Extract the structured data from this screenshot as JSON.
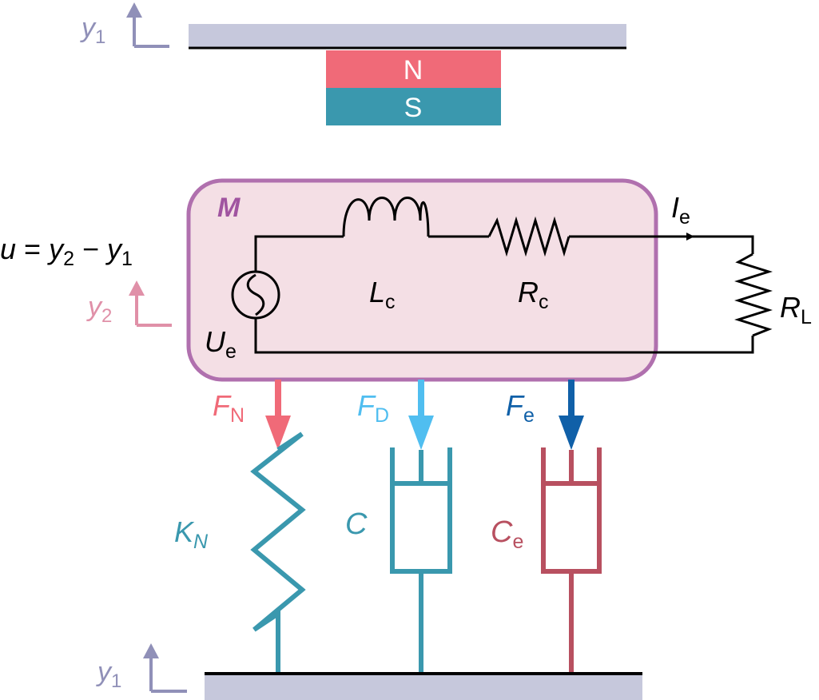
{
  "colors": {
    "plate": "#c6c8dc",
    "ground_line": "#000000",
    "magnet_north": "#f06a78",
    "magnet_south": "#3a98ae",
    "mass_fill": "#f4dfe5",
    "mass_border": "#b070ae",
    "axis_y1": "#9090b8",
    "axis_y2": "#e090a8",
    "force_nonlinear": "#f06a78",
    "force_damping": "#50bef0",
    "force_electric": "#1060a8",
    "teal": "#3a98ae",
    "electrical_damper": "#b85060",
    "circuit": "#000000",
    "mass_label": "#a054a0"
  },
  "magnet": {
    "north_label": "N",
    "south_label": "S"
  },
  "mass": {
    "label": "M"
  },
  "relation": {
    "u": "u",
    "equals": " = ",
    "y2": "y",
    "y2_sub": "2",
    "minus": " − ",
    "y1": "y",
    "y1_sub": "1"
  },
  "axes": {
    "top_y1": {
      "main": "y",
      "sub": "1"
    },
    "mass_y2": {
      "main": "y",
      "sub": "2"
    },
    "bottom_y1": {
      "main": "y",
      "sub": "1"
    }
  },
  "circuit": {
    "source": {
      "main": "U",
      "sub": "e",
      "icon": "ac-source-icon"
    },
    "inductor": {
      "main": "L",
      "sub": "c"
    },
    "coil_resistor": {
      "main": "R",
      "sub": "c"
    },
    "current": {
      "main": "I",
      "sub": "e"
    },
    "load_resistor": {
      "main": "R",
      "sub": "L"
    }
  },
  "forces": {
    "nonlinear": {
      "main": "F",
      "sub": "N"
    },
    "damping": {
      "main": "F",
      "sub": "D"
    },
    "electric": {
      "main": "F",
      "sub": "e"
    }
  },
  "elements": {
    "spring": {
      "main": "K",
      "sub": "N"
    },
    "damper": {
      "main": "C",
      "sub": ""
    },
    "electrical_damper": {
      "main": "C",
      "sub": "e"
    }
  }
}
